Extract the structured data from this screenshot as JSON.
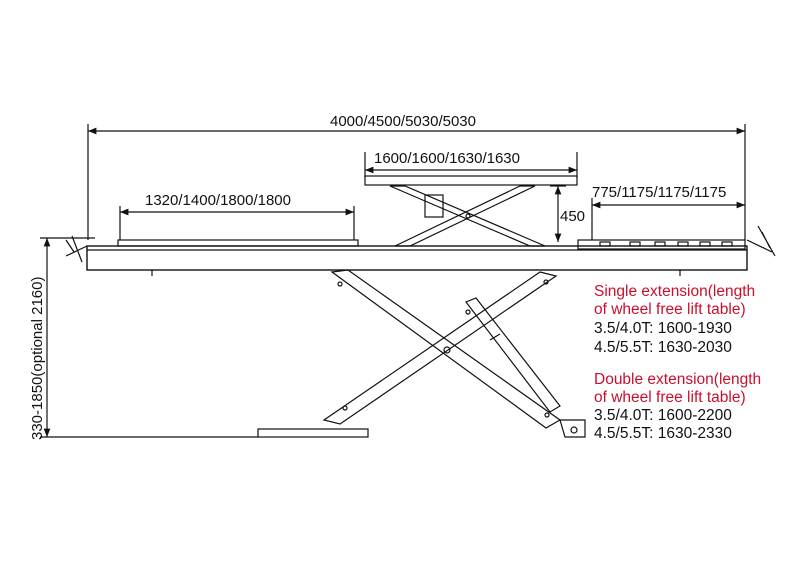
{
  "dimensions": {
    "overall_length": "4000/4500/5030/5030",
    "top_table": "1600/1600/1630/1630",
    "left_platform": "1320/1400/1800/1800",
    "right_extension": "775/1175/1175/1175",
    "table_height": "450",
    "lift_height": "330-1850(optional 2160)"
  },
  "notes": {
    "single_title_1": "Single extension(length",
    "single_title_2": "of wheel free lift table)",
    "single_spec_1": "3.5/4.0T: 1600-1930",
    "single_spec_2": "4.5/5.5T: 1630-2030",
    "double_title_1": "Double extension(length",
    "double_title_2": "of wheel free lift table)",
    "double_spec_1": "3.5/4.0T: 1600-2200",
    "double_spec_2": "4.5/5.5T: 1630-2330"
  },
  "colors": {
    "accent": "#c8102e",
    "line": "#111111"
  }
}
